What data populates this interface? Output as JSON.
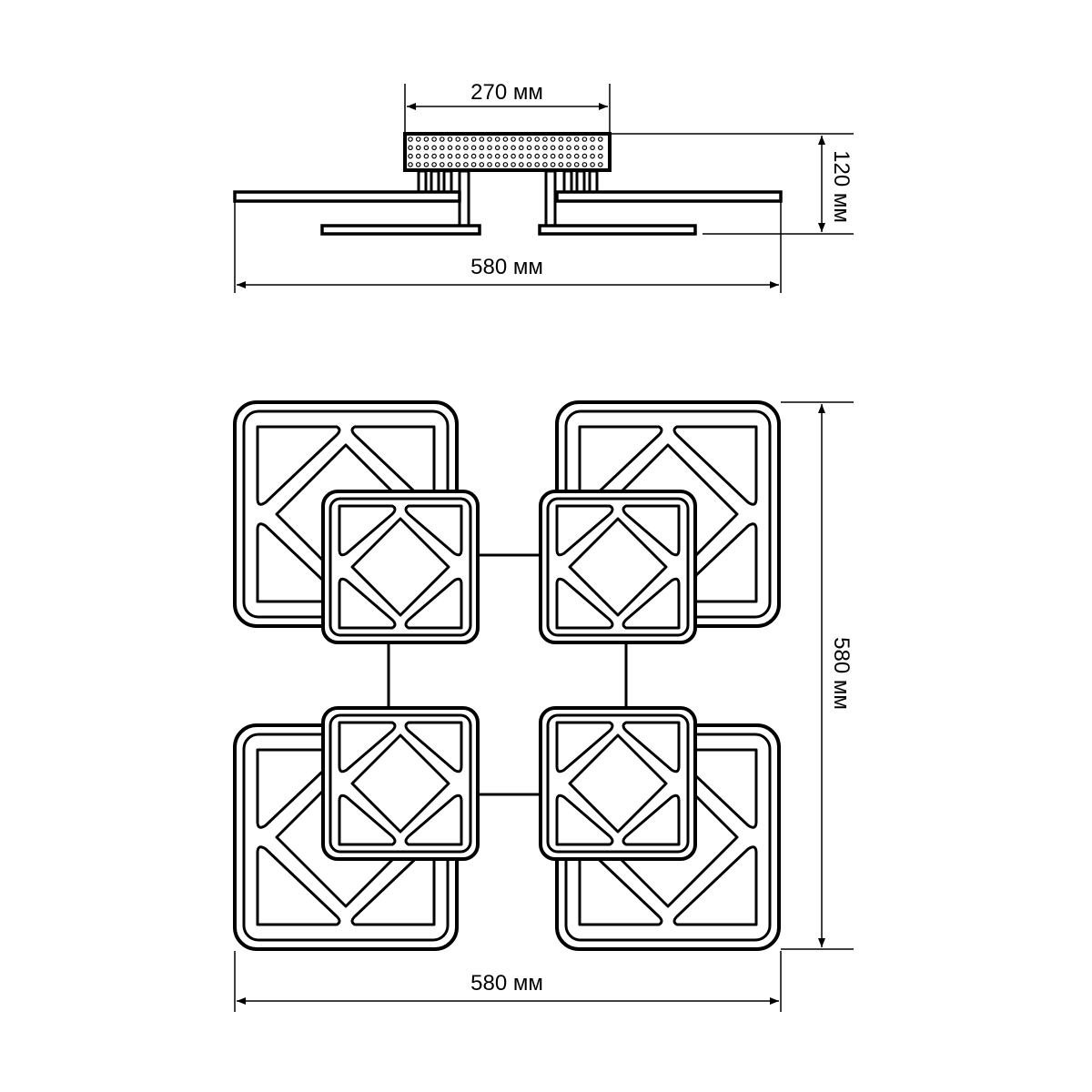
{
  "side_view": {
    "box_width_label": "270 мм",
    "height_label": "120 мм",
    "total_width_label": "580 мм"
  },
  "top_view": {
    "height_label": "580 мм",
    "width_label": "580 мм"
  },
  "colors": {
    "line": "#000000",
    "background": "#ffffff"
  }
}
